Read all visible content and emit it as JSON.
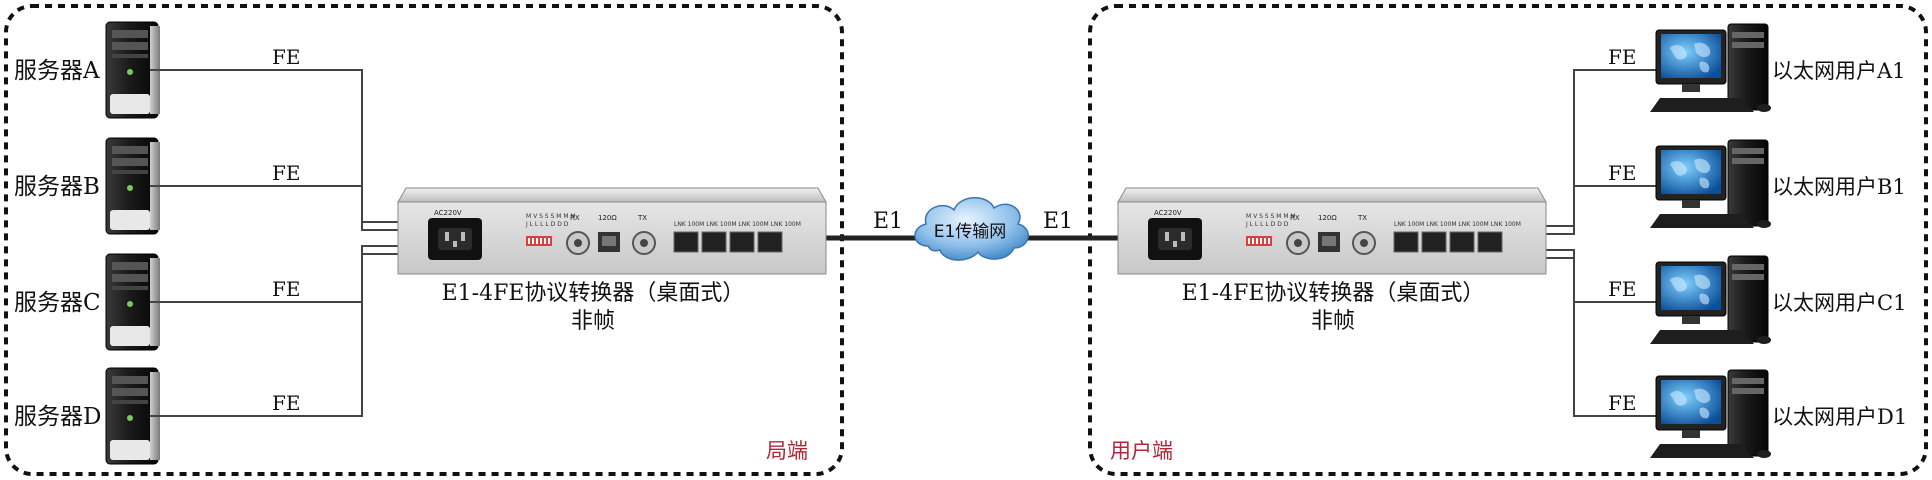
{
  "left_site": {
    "label": "局端",
    "servers": [
      {
        "name": "服务器A",
        "link": "FE"
      },
      {
        "name": "服务器B",
        "link": "FE"
      },
      {
        "name": "服务器C",
        "link": "FE"
      },
      {
        "name": "服务器D",
        "link": "FE"
      }
    ],
    "device": {
      "model": "E1-4FE协议转换器（桌面式）",
      "frame_mode": "非帧",
      "power_label": "AC220V",
      "port_labels": [
        "RX",
        "120Ω",
        "TX"
      ],
      "lan_port_labels": [
        "LNK",
        "100M",
        "LNK",
        "100M",
        "LNK",
        "100M",
        "LNK",
        "100M"
      ]
    }
  },
  "link": {
    "cloud_label": "E1传输网",
    "left_label": "E1",
    "right_label": "E1"
  },
  "right_site": {
    "label": "用户端",
    "users": [
      {
        "name": "以太网用户A1",
        "link": "FE"
      },
      {
        "name": "以太网用户B1",
        "link": "FE"
      },
      {
        "name": "以太网用户C1",
        "link": "FE"
      },
      {
        "name": "以太网用户D1",
        "link": "FE"
      }
    ],
    "device": {
      "model": "E1-4FE协议转换器（桌面式）",
      "frame_mode": "非帧",
      "power_label": "AC220V",
      "port_labels": [
        "RX",
        "120Ω",
        "TX"
      ],
      "lan_port_labels": [
        "LNK",
        "100M",
        "LNK",
        "100M",
        "LNK",
        "100M",
        "LNK",
        "100M"
      ]
    }
  },
  "colors": {
    "border": "#111111",
    "line": "#444444",
    "trunk": "#222222",
    "device_face": "#d9d9d9",
    "cloud": "#3f86c8",
    "site_label": "#b0283a"
  }
}
